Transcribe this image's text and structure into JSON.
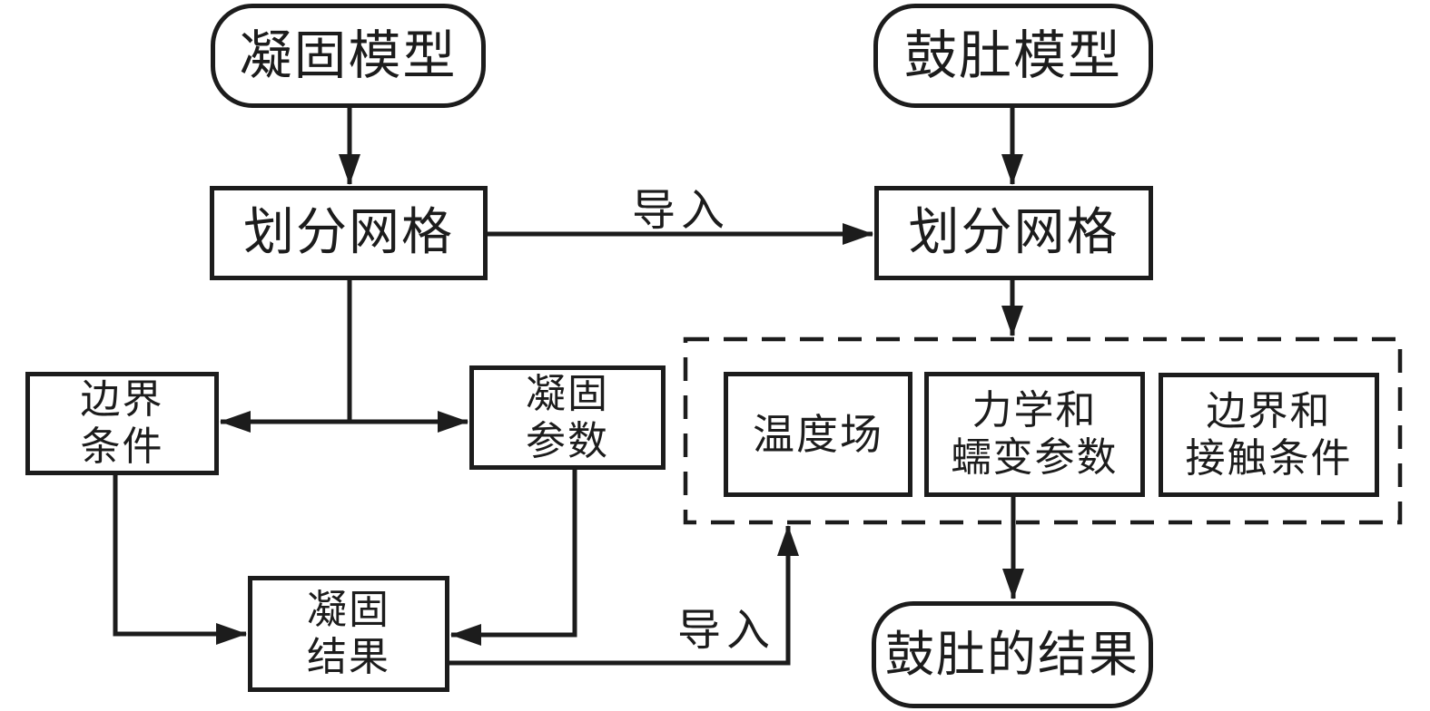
{
  "diagram": {
    "type": "flowchart",
    "language": "zh",
    "colors": {
      "ink": "#1c1c1c",
      "background": "#ffffff"
    },
    "nodes": {
      "solidification_model": {
        "label": "凝固模型",
        "shape": "rounded"
      },
      "bulging_model": {
        "label": "鼓肚模型",
        "shape": "rounded"
      },
      "mesh_left": {
        "label": "划分网格",
        "shape": "rect"
      },
      "mesh_right": {
        "label": "划分网格",
        "shape": "rect"
      },
      "boundary_conditions": {
        "label": "边界\n条件",
        "shape": "rect"
      },
      "solidification_parameters": {
        "label": "凝固\n参数",
        "shape": "rect"
      },
      "temperature_field": {
        "label": "温度场",
        "shape": "rect",
        "group": "dashed_group"
      },
      "mechanics_creep_parameters": {
        "label": "力学和\n蠕变参数",
        "shape": "rect",
        "group": "dashed_group"
      },
      "boundary_contact_conditions": {
        "label": "边界和\n接触条件",
        "shape": "rect",
        "group": "dashed_group"
      },
      "solidification_results": {
        "label": "凝固\n结果",
        "shape": "rect"
      },
      "bulging_results": {
        "label": "鼓肚的结果",
        "shape": "rounded"
      }
    },
    "groups": {
      "dashed_group": {
        "style": "dashed-rect",
        "contains": [
          "temperature_field",
          "mechanics_creep_parameters",
          "boundary_contact_conditions"
        ]
      }
    },
    "edges": [
      {
        "from": "solidification_model",
        "to": "mesh_left",
        "label": ""
      },
      {
        "from": "bulging_model",
        "to": "mesh_right",
        "label": ""
      },
      {
        "from": "mesh_left",
        "to": "mesh_right",
        "label": "导入"
      },
      {
        "from": "mesh_left",
        "to": "boundary_conditions",
        "label": ""
      },
      {
        "from": "mesh_left",
        "to": "solidification_parameters",
        "label": ""
      },
      {
        "from": "mesh_right",
        "to": "dashed_group",
        "label": ""
      },
      {
        "from": "boundary_conditions",
        "to": "solidification_results",
        "label": ""
      },
      {
        "from": "solidification_parameters",
        "to": "solidification_results",
        "label": ""
      },
      {
        "from": "solidification_results",
        "to": "dashed_group",
        "label": "导入"
      },
      {
        "from": "mechanics_creep_parameters",
        "to": "bulging_results",
        "label": ""
      }
    ],
    "edge_labels": {
      "import_mesh": "导入",
      "import_results": "导入"
    }
  }
}
